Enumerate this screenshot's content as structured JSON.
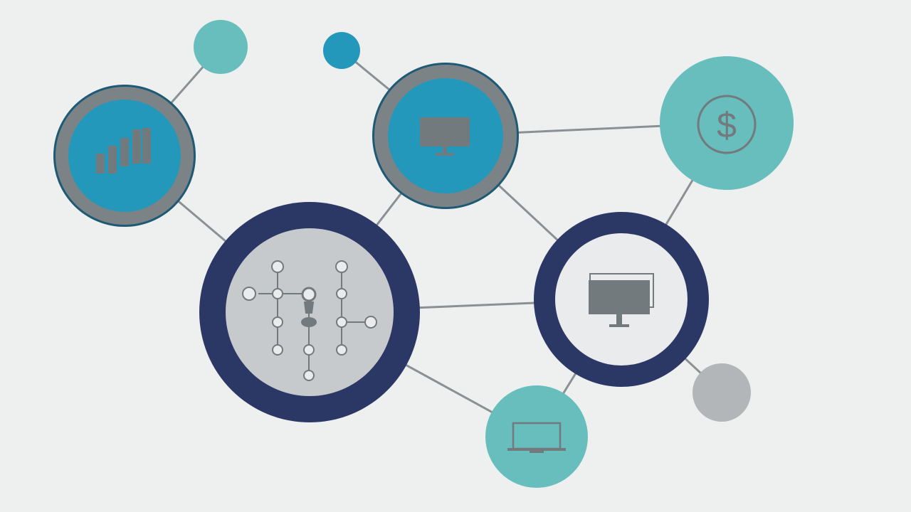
{
  "diagram": {
    "type": "network",
    "colors": {
      "background": "#eef0f0",
      "edge": "#8a9094",
      "navy": "#2b3866",
      "blue": "#2398bb",
      "teal": "#68bdbd",
      "gray_ring": "#7c8387",
      "light_gray": "#c7cacd",
      "pale": "#e9ebec",
      "dot_gray": "#b3b6b9",
      "icon": "#737a7e"
    },
    "nodes": [
      {
        "id": "analytics",
        "icon": "bar-chart-icon",
        "style": "blue-with-gray-ring"
      },
      {
        "id": "top-monitor",
        "icon": "monitor-icon",
        "style": "blue-with-gray-ring"
      },
      {
        "id": "finance",
        "icon": "dollar-icon",
        "style": "teal",
        "text": "$"
      },
      {
        "id": "hub",
        "icon": "circuit-icon",
        "style": "navy-ring-light-gray"
      },
      {
        "id": "desktop",
        "icon": "desktop-monitor-icon",
        "style": "navy-ring-pale"
      },
      {
        "id": "laptop",
        "icon": "laptop-icon",
        "style": "teal"
      },
      {
        "id": "dot-teal",
        "icon": "",
        "style": "teal-dot"
      },
      {
        "id": "dot-blue",
        "icon": "",
        "style": "blue-dot"
      },
      {
        "id": "dot-gray",
        "icon": "",
        "style": "gray-dot"
      }
    ],
    "edges": [
      [
        "analytics",
        "dot-teal"
      ],
      [
        "analytics",
        "hub"
      ],
      [
        "hub",
        "top-monitor"
      ],
      [
        "top-monitor",
        "dot-blue"
      ],
      [
        "top-monitor",
        "finance"
      ],
      [
        "top-monitor",
        "desktop"
      ],
      [
        "hub",
        "desktop"
      ],
      [
        "hub",
        "laptop"
      ],
      [
        "laptop",
        "desktop"
      ],
      [
        "desktop",
        "finance"
      ],
      [
        "desktop",
        "dot-gray"
      ]
    ]
  }
}
